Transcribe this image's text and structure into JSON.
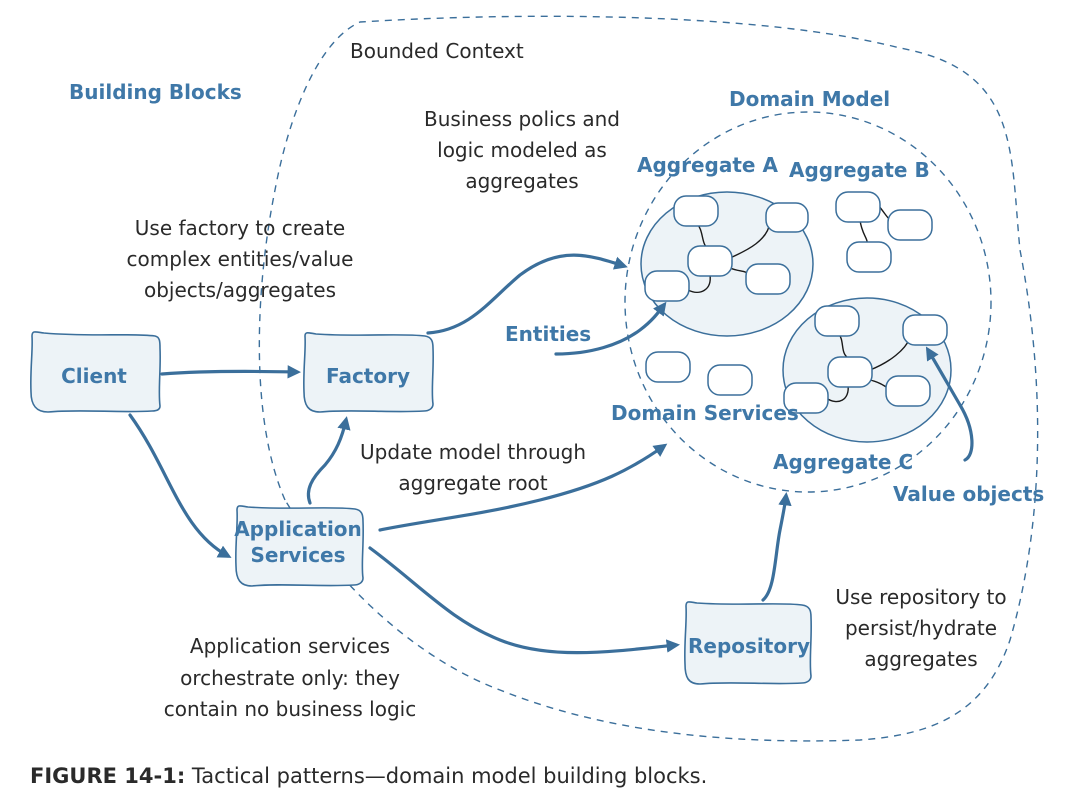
{
  "labels": {
    "building_blocks": "Building Blocks",
    "bounded_context": "Bounded Context",
    "domain_model": "Domain Model",
    "aggregate_a": "Aggregate A",
    "aggregate_b": "Aggregate B",
    "aggregate_c": "Aggregate C",
    "entities": "Entities",
    "domain_services": "Domain Services",
    "value_objects": "Value objects"
  },
  "nodes": {
    "client": "Client",
    "factory": "Factory",
    "application_services": [
      "Application",
      "Services"
    ],
    "repository": "Repository"
  },
  "notes": {
    "business_policies": [
      "Business polics and",
      "logic modeled as",
      "aggregates"
    ],
    "factory_note": [
      "Use factory to create",
      "complex entities/value",
      "objects/aggregates"
    ],
    "update_model": [
      "Update model through",
      "aggregate root"
    ],
    "app_services_note": [
      "Application services",
      "orchestrate only: they",
      "contain no business logic"
    ],
    "repository_note": [
      "Use repository to",
      "persist/hydrate",
      "aggregates"
    ]
  },
  "caption": {
    "label": "FIGURE 14-1:",
    "text": "Tactical patterns—domain model building blocks."
  },
  "colors": {
    "accent": "#3f78a8",
    "node_fill": "#edf3f7",
    "stroke": "#3b6f9b"
  }
}
